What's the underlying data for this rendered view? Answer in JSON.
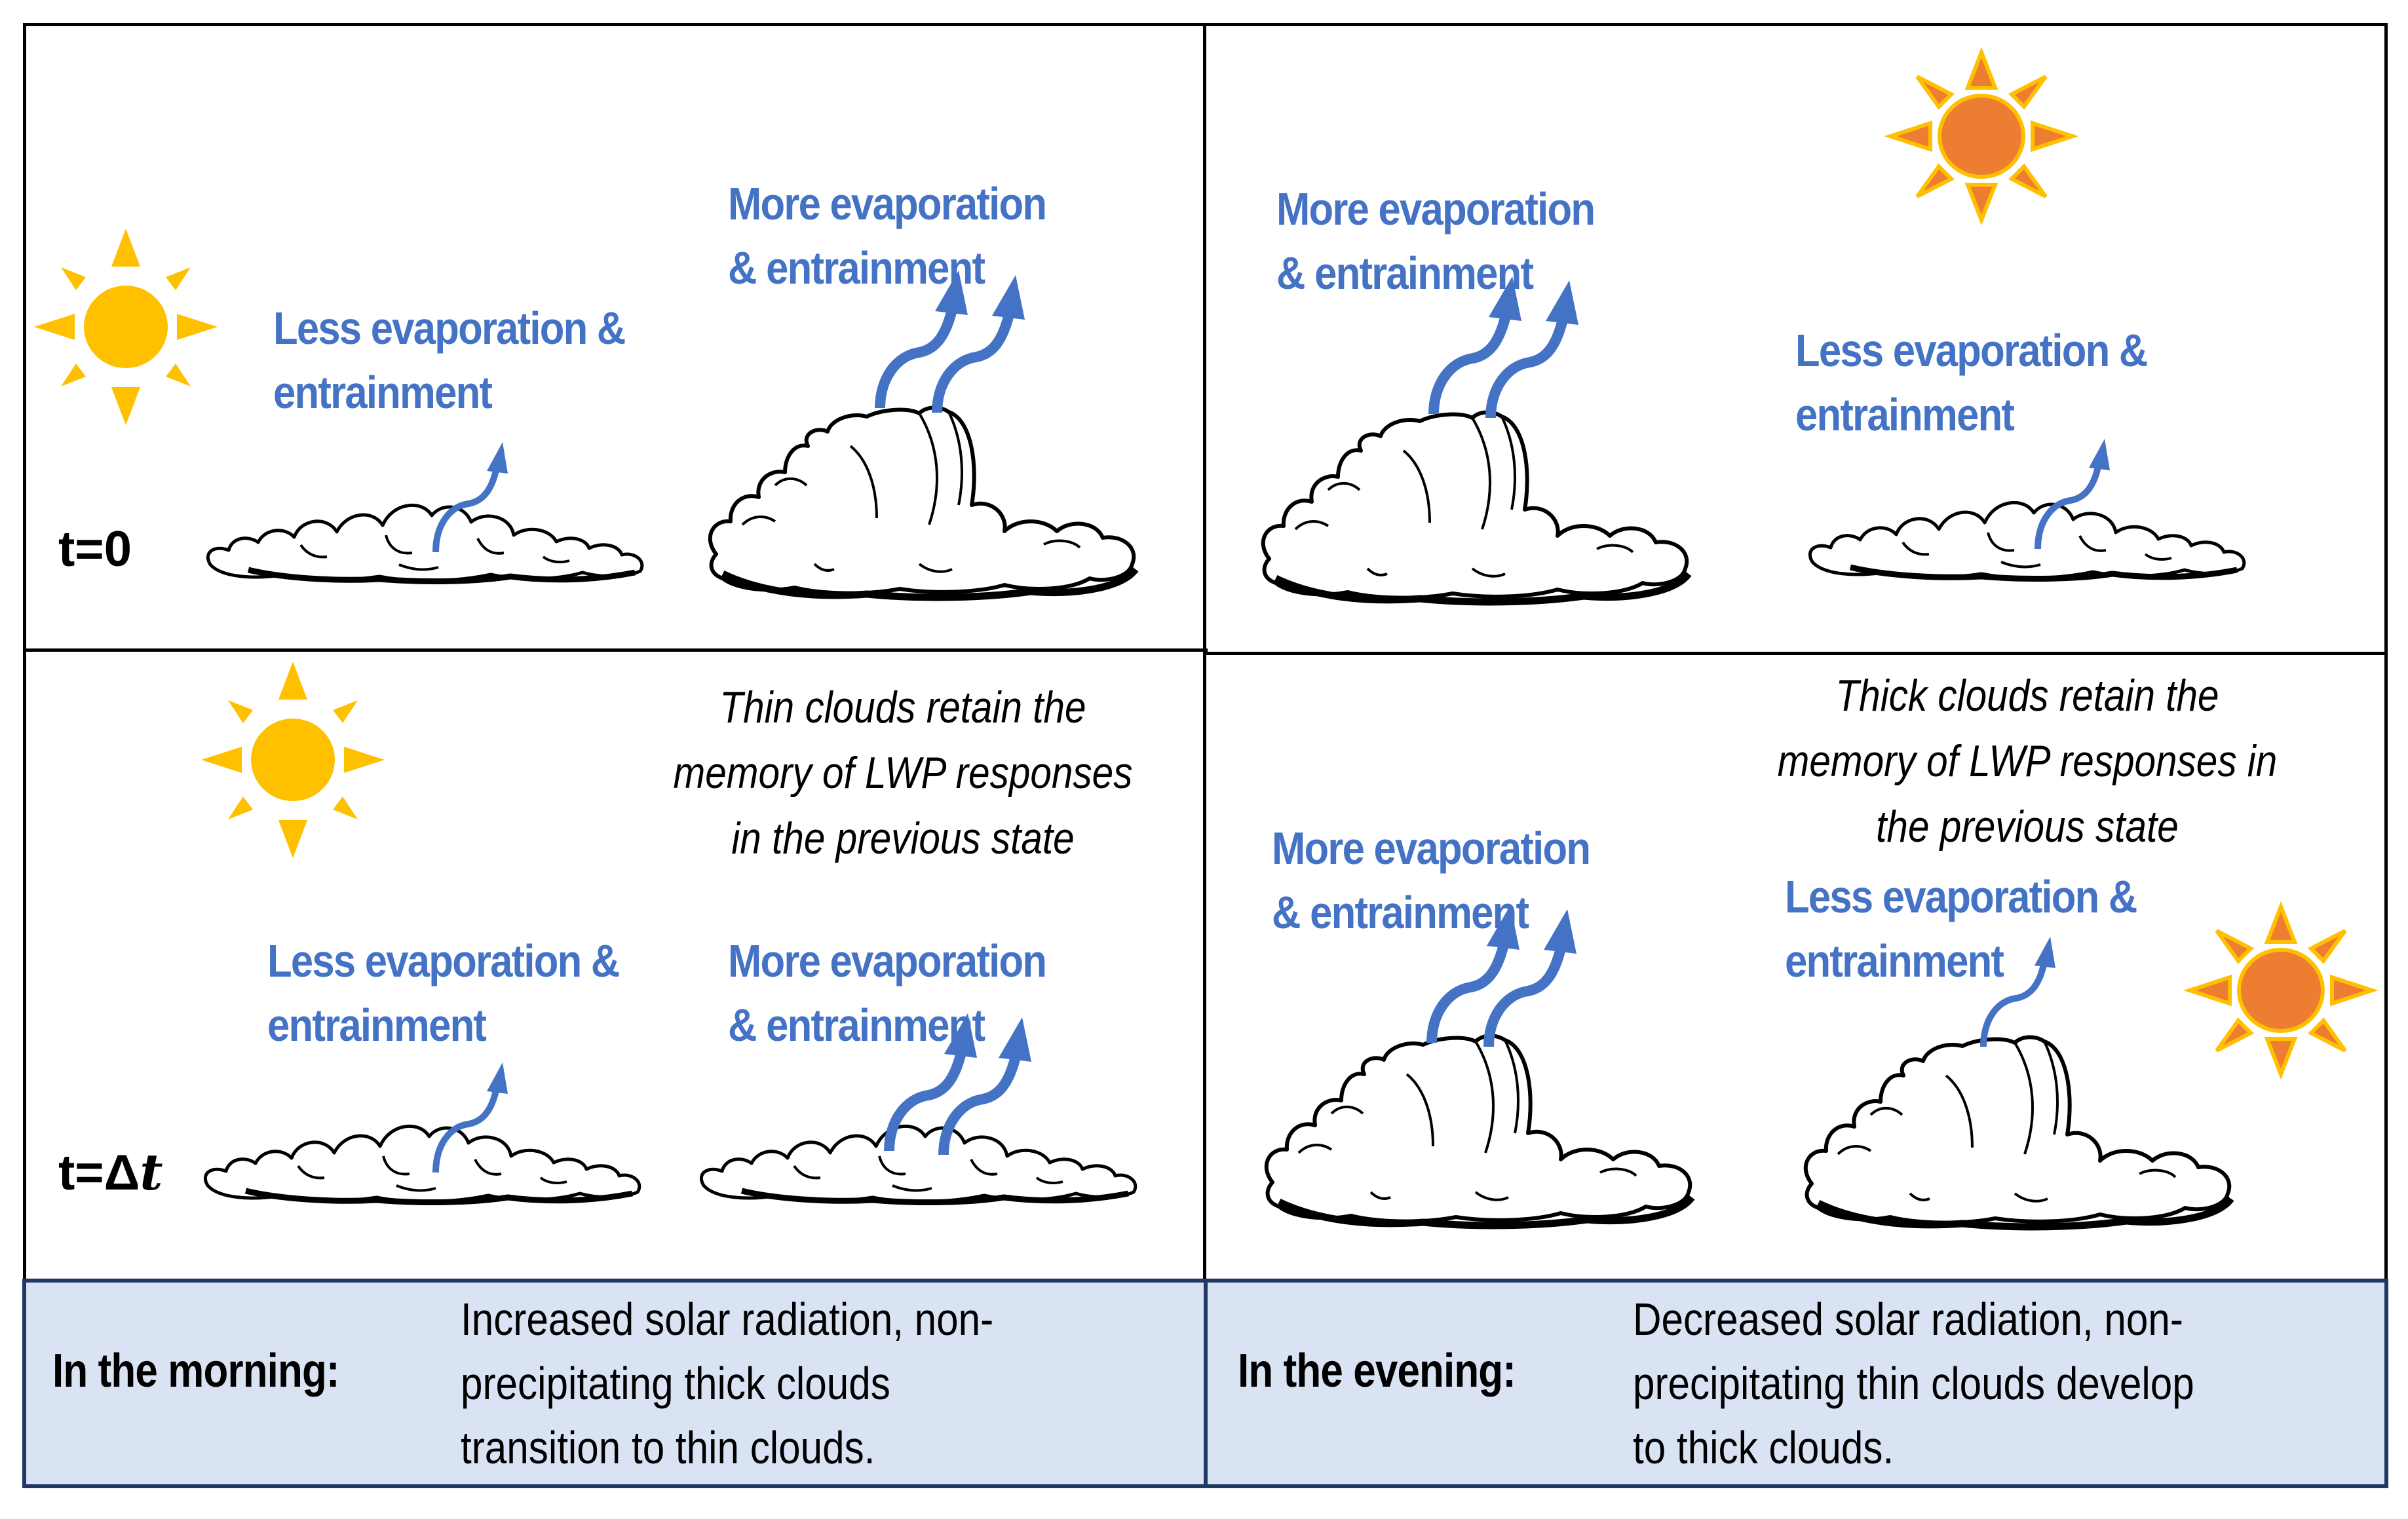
{
  "colors": {
    "border": "#000000",
    "bar_fill": "#DAE3F3",
    "bar_border": "#1F3864",
    "annotation_blue": "#4472C4",
    "sun_yellow": "#FFC000",
    "sun_orange": "#ED7D31"
  },
  "panels": {
    "top_left": {
      "time_label": "t=0",
      "sun": "yellow-sun-icon",
      "less_label": [
        "Less evaporation &",
        "entrainment"
      ],
      "more_label": [
        "More evaporation",
        "& entrainment"
      ],
      "clouds": [
        "thin-cloud",
        "thick-cloud"
      ]
    },
    "top_right": {
      "sun": "orange-sun-icon",
      "more_label": [
        "More evaporation",
        "& entrainment"
      ],
      "less_label": [
        "Less evaporation &",
        "entrainment"
      ],
      "clouds": [
        "thick-cloud",
        "thin-cloud"
      ]
    },
    "bottom_left": {
      "time_label_prefix": "t=Δ",
      "time_label_italic": "t",
      "sun": "yellow-sun-icon",
      "note": [
        "Thin clouds retain the",
        "memory of LWP responses",
        "in the previous state"
      ],
      "less_label": [
        "Less evaporation &",
        "entrainment"
      ],
      "more_label": [
        "More evaporation",
        "& entrainment"
      ],
      "clouds": [
        "thin-cloud",
        "thin-cloud"
      ]
    },
    "bottom_right": {
      "sun": "orange-sun-icon",
      "note": [
        "Thick clouds retain the",
        "memory of LWP responses in",
        "the previous state"
      ],
      "more_label": [
        "More evaporation",
        "& entrainment"
      ],
      "less_label": [
        "Less evaporation &",
        "entrainment"
      ],
      "clouds": [
        "thick-cloud",
        "thick-cloud"
      ]
    }
  },
  "summary": {
    "morning": {
      "label": "In the morning:",
      "text": [
        "Increased solar radiation, non-",
        "precipitating thick clouds",
        "transition to thin clouds."
      ]
    },
    "evening": {
      "label": "In the evening:",
      "text": [
        "Decreased solar radiation, non-",
        "precipitating thin clouds develop",
        "to thick clouds."
      ]
    }
  }
}
